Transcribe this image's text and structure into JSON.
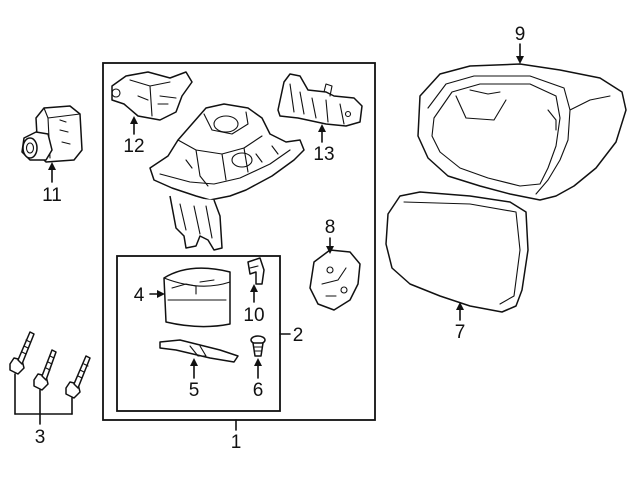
{
  "callouts": {
    "c1": "1",
    "c2": "2",
    "c3": "3",
    "c4": "4",
    "c5": "5",
    "c6": "6",
    "c7": "7",
    "c8": "8",
    "c9": "9",
    "c10": "10",
    "c11": "11",
    "c12": "12",
    "c13": "13"
  },
  "colors": {
    "line": "#111111",
    "background": "#ffffff",
    "fill_shade": "#e8e8e8"
  }
}
